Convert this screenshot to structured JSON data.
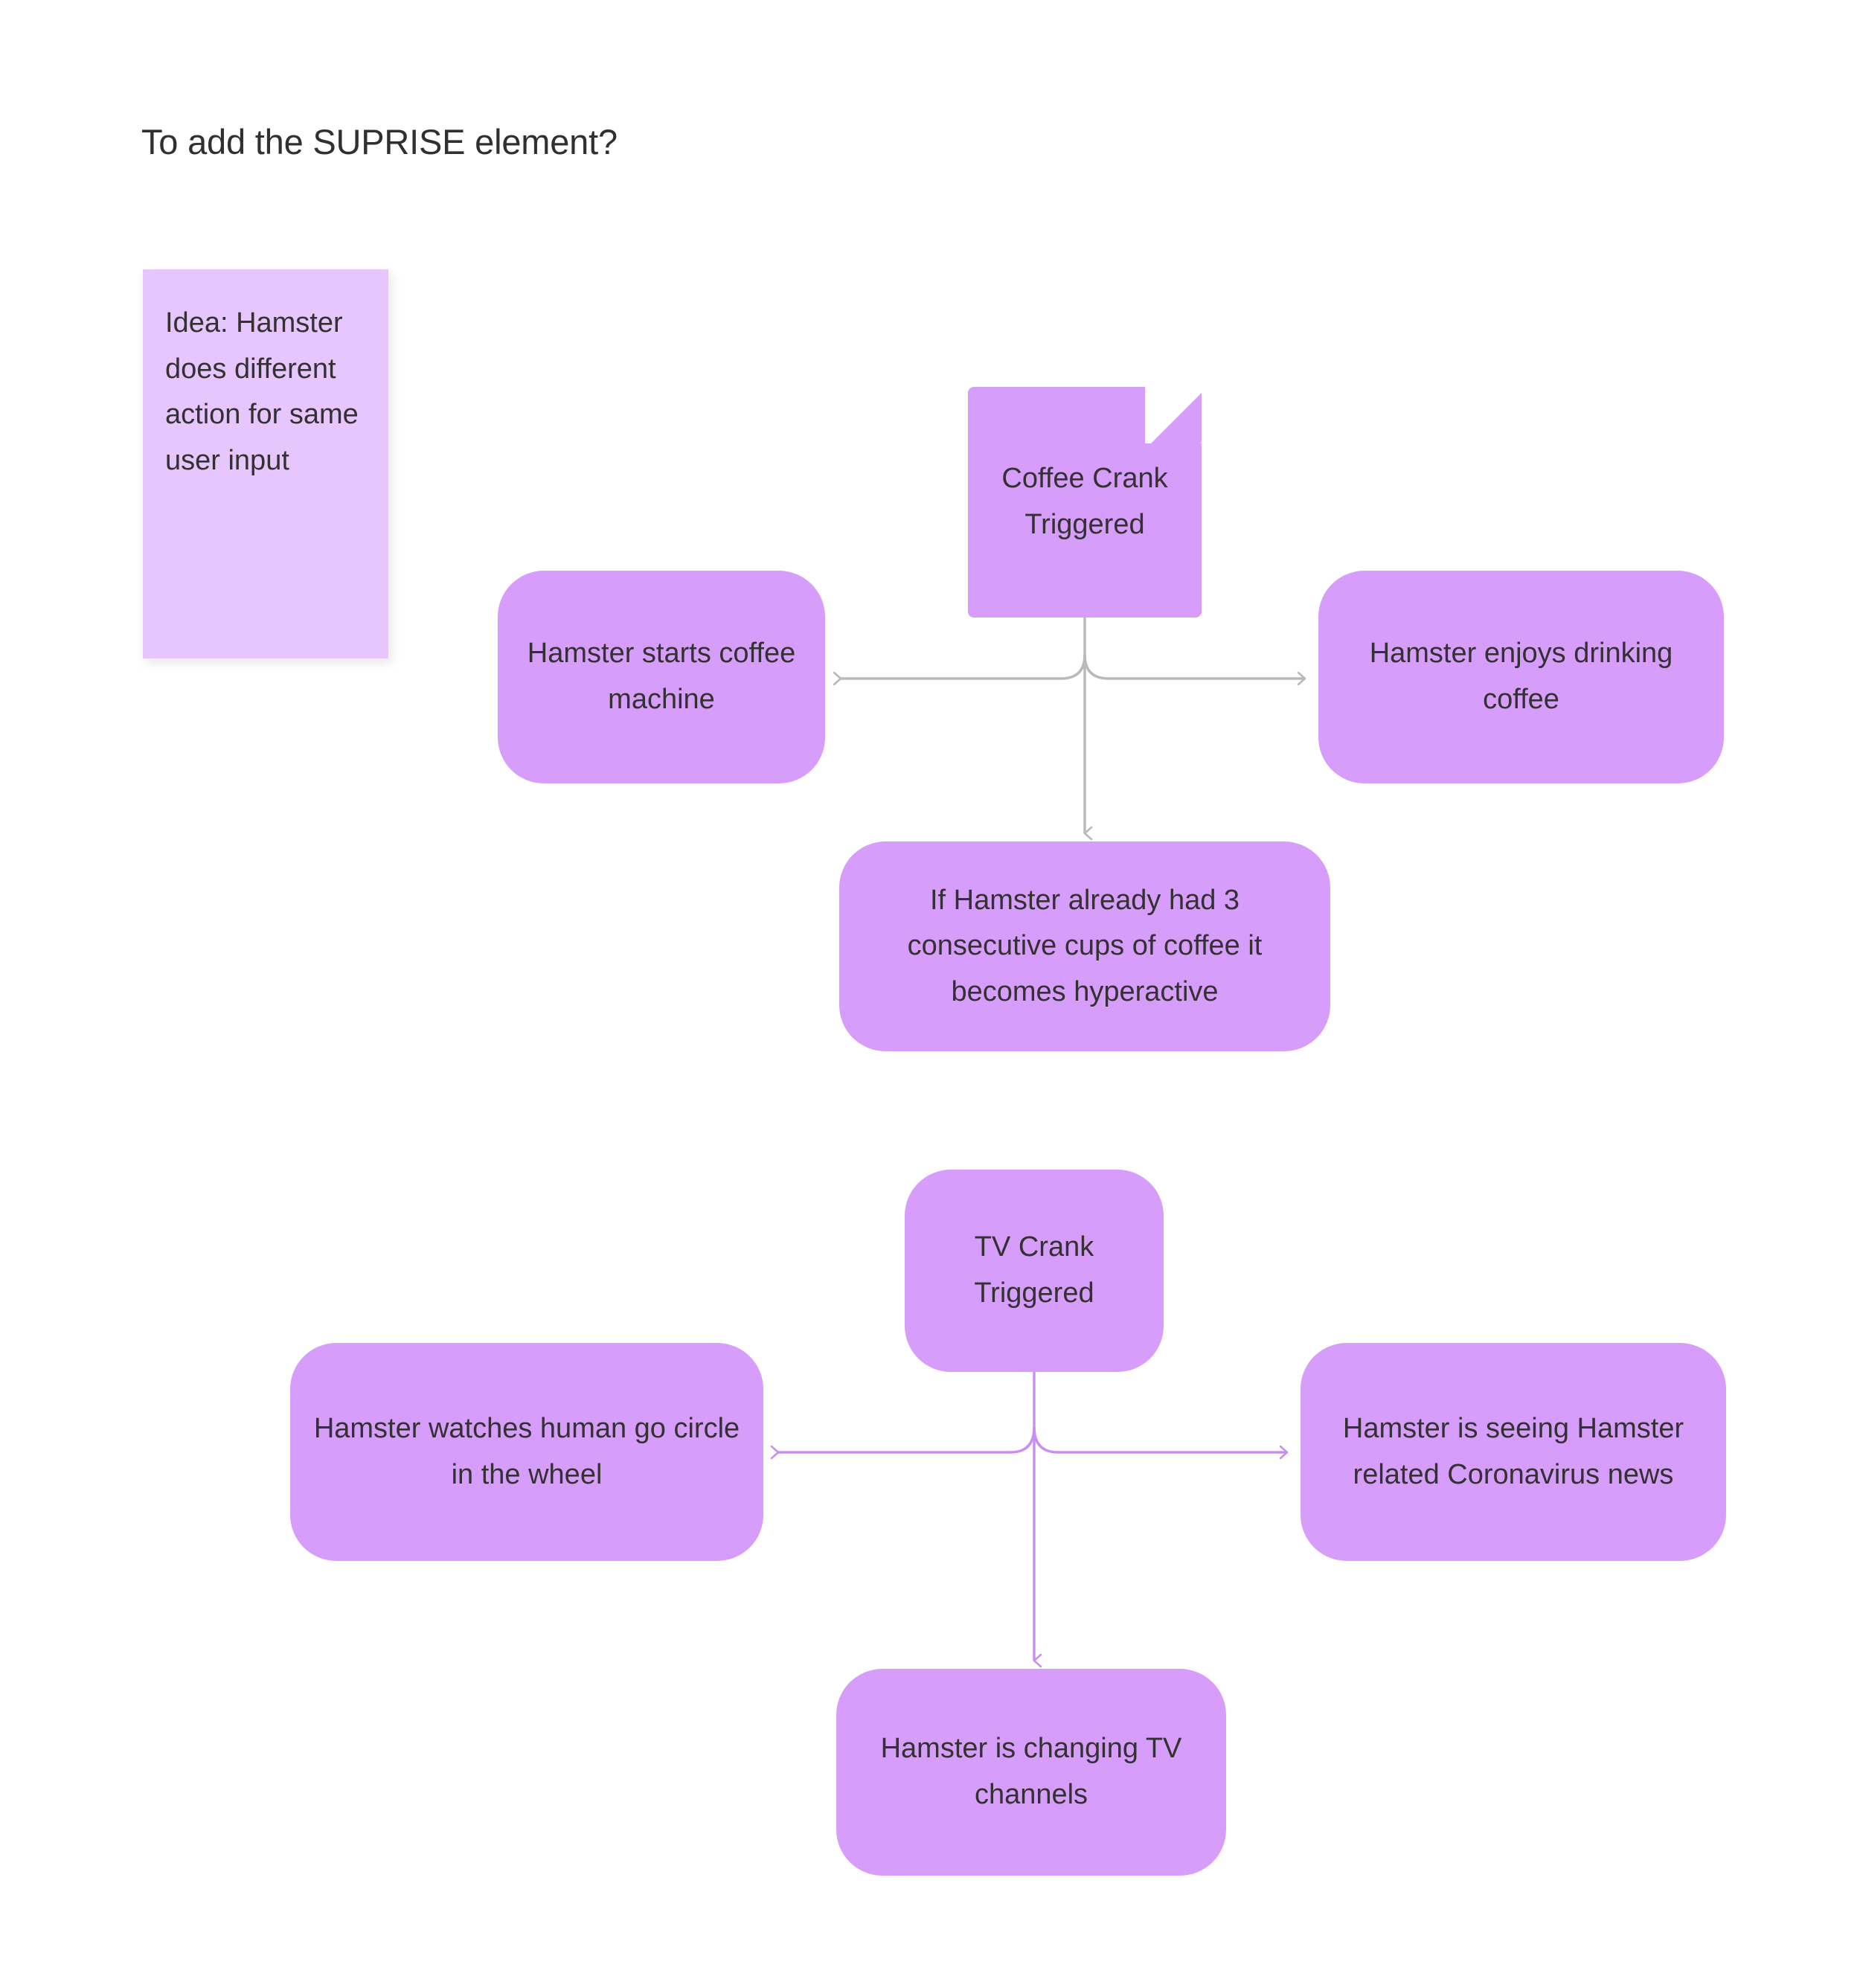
{
  "page": {
    "title": "To add the SUPRISE element?",
    "background_color": "#ffffff",
    "text_color": "#333132"
  },
  "sticky_note": {
    "name": "idea-note",
    "text": "Idea: Hamster does different action for same user input",
    "fill_color": "#e6c6fc"
  },
  "palette": {
    "node_fill": "#d79dfa",
    "sticky_fill": "#e6c6fc",
    "connector_gray": "#b9b9b9",
    "connector_purple": "#c98ff0",
    "text": "#333132"
  },
  "chart_data": {
    "type": "diagram",
    "title": "To add the SUPRISE element?",
    "groups": [
      {
        "id": "coffee-crank",
        "root": {
          "id": "coffee-crank-triggered",
          "label": "Coffee Crank Triggered",
          "shape": "document",
          "fill": "#d79dfa"
        },
        "connector_color": "#b9b9b9",
        "children": [
          {
            "id": "hamster-starts-coffee-machine",
            "label": "Hamster starts coffee machine",
            "direction": "left",
            "shape": "rounded-rect",
            "fill": "#d79dfa"
          },
          {
            "id": "hamster-enjoys-drinking-coffee",
            "label": "Hamster enjoys drinking coffee",
            "direction": "right",
            "shape": "rounded-rect",
            "fill": "#d79dfa"
          },
          {
            "id": "hamster-hyperactive",
            "label": "If Hamster already had 3 consecutive cups of coffee it becomes hyperactive",
            "direction": "down",
            "shape": "rounded-rect",
            "fill": "#d79dfa"
          }
        ]
      },
      {
        "id": "tv-crank",
        "root": {
          "id": "tv-crank-triggered",
          "label": "TV Crank Triggered",
          "shape": "rounded-rect",
          "fill": "#d79dfa"
        },
        "connector_color": "#c98ff0",
        "children": [
          {
            "id": "hamster-watches-human",
            "label": "Hamster watches human go circle in the wheel",
            "direction": "left",
            "shape": "rounded-rect",
            "fill": "#d79dfa"
          },
          {
            "id": "hamster-seeing-coronavirus-news",
            "label": "Hamster is seeing Hamster related Coronavirus news",
            "direction": "right",
            "shape": "rounded-rect",
            "fill": "#d79dfa"
          },
          {
            "id": "hamster-changing-tv-channels",
            "label": "Hamster is changing TV channels",
            "direction": "down",
            "shape": "rounded-rect",
            "fill": "#d79dfa"
          }
        ]
      }
    ]
  },
  "nodes": {
    "coffee_crank_triggered": "Coffee Crank Triggered",
    "hamster_starts_coffee_machine": "Hamster starts coffee machine",
    "hamster_enjoys_drinking_coffee": "Hamster enjoys drinking coffee",
    "hamster_hyperactive": "If Hamster already had 3 consecutive cups of coffee it becomes hyperactive",
    "tv_crank_triggered": "TV Crank Triggered",
    "hamster_watches_human": "Hamster watches human go circle in the wheel",
    "hamster_seeing_news": "Hamster is seeing Hamster related Coronavirus news",
    "hamster_changing_tv": "Hamster is changing TV channels"
  }
}
